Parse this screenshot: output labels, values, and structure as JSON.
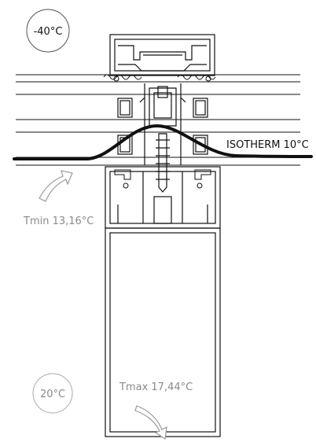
{
  "diagram": {
    "outside_temperature": "-40°C",
    "inside_temperature": "20°C",
    "isotherm_label": "ISOTHERM 10°C",
    "tmin_label": "Tmin 13,16°C",
    "tmax_label": "Tmax 17,44°C"
  },
  "colors": {
    "ink": "#111111",
    "label_grey": "#8a8a8a",
    "background": "#ffffff"
  }
}
